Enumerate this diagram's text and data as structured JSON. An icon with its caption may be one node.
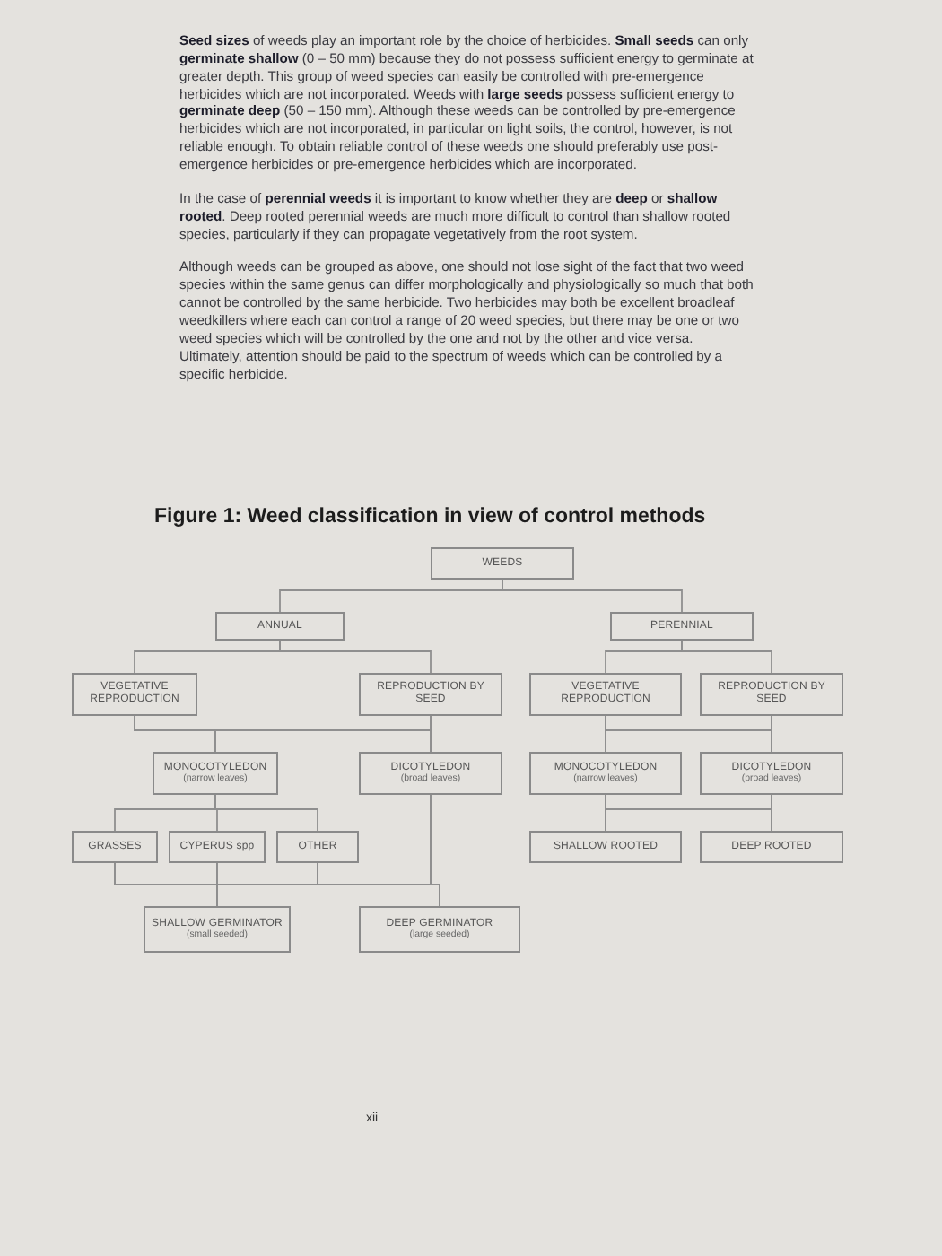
{
  "diagram": {
    "title": "Figure 1: Weed classification in view of control methods",
    "nodes": [
      {
        "text": [
          "WEEDS"
        ]
      },
      {
        "text": [
          "ANNUAL"
        ]
      },
      {
        "text": [
          "PERENNIAL"
        ]
      },
      {
        "text": [
          "VEGETATIVE REPRODUCTION"
        ]
      },
      {
        "text": [
          "REPRODUCTION BY SEED"
        ]
      },
      {
        "text": [
          "VEGETATIVE REPRODUCTION"
        ]
      },
      {
        "text": [
          "REPRODUCTION BY SEED"
        ]
      },
      {
        "text": [
          "MONOCOTYLEDON",
          "(narrow leaves)"
        ]
      },
      {
        "text": [
          "DICOTYLEDON",
          "(broad leaves)"
        ]
      },
      {
        "text": [
          "MONOCOTYLEDON",
          "(narrow leaves)"
        ]
      },
      {
        "text": [
          "DICOTYLEDON",
          "(broad leaves)"
        ]
      },
      {
        "text": [
          "GRASSES"
        ]
      },
      {
        "text": [
          "CYPERUS spp"
        ]
      },
      {
        "text": [
          "OTHER"
        ]
      },
      {
        "text": [
          "SHALLOW ROOTED"
        ]
      },
      {
        "text": [
          "DEEP ROOTED"
        ]
      },
      {
        "text": [
          "SHALLOW GERMINATOR",
          "(small seeded)"
        ]
      },
      {
        "text": [
          "DEEP GERMINATOR",
          "(large seeded)"
        ]
      }
    ],
    "edges": [
      {
        "from": 0,
        "to": 1,
        "arrow": "none"
      },
      {
        "from": 0,
        "to": 2,
        "arrow": "none"
      },
      {
        "from": 1,
        "to": 3,
        "arrow": "none"
      },
      {
        "from": 1,
        "to": 4,
        "arrow": "none"
      },
      {
        "from": 2,
        "to": 5,
        "arrow": "none"
      },
      {
        "from": 2,
        "to": 6,
        "arrow": "none"
      },
      {
        "from": 3,
        "to": 7,
        "arrow": "none"
      },
      {
        "from": 3,
        "to": 8,
        "arrow": "none"
      },
      {
        "from": 4,
        "to": 7,
        "arrow": "none"
      },
      {
        "from": 4,
        "to": 8,
        "arrow": "none"
      },
      {
        "from": 5,
        "to": 9,
        "arrow": "none"
      },
      {
        "from": 5,
        "to": 10,
        "arrow": "none"
      },
      {
        "from": 6,
        "to": 9,
        "arrow": "none"
      },
      {
        "from": 6,
        "to": 10,
        "arrow": "none"
      },
      {
        "from": 7,
        "to": 11,
        "arrow": "none"
      },
      {
        "from": 7,
        "to": 12,
        "arrow": "none"
      },
      {
        "from": 7,
        "to": 13,
        "arrow": "none"
      },
      {
        "from": 9,
        "to": 14,
        "arrow": "none"
      },
      {
        "from": 9,
        "to": 15,
        "arrow": "none"
      },
      {
        "from": 10,
        "to": 14,
        "arrow": "none"
      },
      {
        "from": 10,
        "to": 15,
        "arrow": "none"
      },
      {
        "from": 11,
        "to": 16,
        "arrow": "none"
      },
      {
        "from": 11,
        "to": 17,
        "arrow": "none"
      },
      {
        "from": 12,
        "to": 16,
        "arrow": "none"
      },
      {
        "from": 12,
        "to": 17,
        "arrow": "none"
      },
      {
        "from": 13,
        "to": 16,
        "arrow": "none"
      },
      {
        "from": 13,
        "to": 17,
        "arrow": "none"
      },
      {
        "from": 8,
        "to": 16,
        "arrow": "none"
      },
      {
        "from": 8,
        "to": 17,
        "arrow": "none"
      }
    ],
    "labels": [
      "**Seed sizes** of weeds play an important role by the choice of herbicides. **Small seeds** can only **germinate shallow** (0 – 50 mm) because they do not possess sufficient energy to germinate at greater depth. This group of weed species can easily be controlled with pre-emergence herbicides which are not incorporated. Weeds with **large seeds** possess sufficient energy to **germinate deep** (50 – 150 mm). Although these weeds can be controlled by pre-emergence herbicides which are not incorporated, in particular on light soils, the control, however, is not reliable enough. To obtain reliable control of these weeds one should preferably use post-emergence herbicides or pre-emergence herbicides which are incorporated.",
      "In the case of **perennial weeds** it is important to know whether they are **deep** or **shallow rooted**. Deep rooted perennial weeds are much more difficult to control than shallow rooted species, particularly if they can propagate vegetatively from the root system.",
      "Although weeds can be grouped as above, one should not lose sight of the fact that two weed species within the same genus can differ morphologically and physiologically so much that both cannot be controlled by the same herbicide. Two herbicides may both be excellent broadleaf weedkillers where each can control a range of 20 weed species, but there may be one or two weed species which will be controlled by the one and not by the other and vice versa. Ultimately, attention should be paid to the spectrum of weeds which can be controlled by a specific herbicide.",
      "xii"
    ]
  }
}
